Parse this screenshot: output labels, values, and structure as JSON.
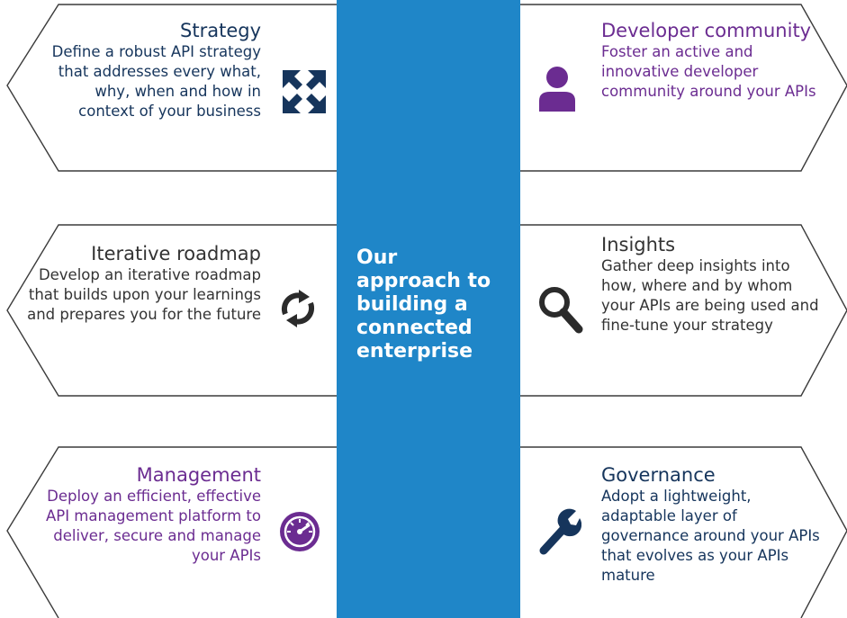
{
  "center": {
    "title": "Our\napproach to\nbuilding a\nconnected\nenterprise"
  },
  "colors": {
    "center_bar": "#1f86c8",
    "navy": "#16355c",
    "purple": "#6b2c91",
    "gray_text": "#333333",
    "outline": "#3b3b3b"
  },
  "cards": {
    "strategy": {
      "title": "Strategy",
      "body": "Define a robust API strategy that addresses every what, why, when and how in context of your business",
      "icon": "arrows-converge-icon"
    },
    "developer_community": {
      "title": "Developer community",
      "body": "Foster an active and innovative developer community around your APIs",
      "icon": "person-icon"
    },
    "iterative_roadmap": {
      "title": "Iterative roadmap",
      "body": "Develop an iterative roadmap that builds upon your learnings and prepares you for the future",
      "icon": "cycle-arrows-icon"
    },
    "insights": {
      "title": "Insights",
      "body": "Gather deep insights into how, where and by whom your APIs are being used and fine-tune your strategy",
      "icon": "magnifier-icon"
    },
    "management": {
      "title": "Management",
      "body": "Deploy an efficient, effective API management platform to deliver, secure and manage your APIs",
      "icon": "gauge-icon"
    },
    "governance": {
      "title": "Governance",
      "body": "Adopt a lightweight, adaptable layer of governance around your APIs that evolves as your APIs mature",
      "icon": "wrench-icon"
    }
  }
}
